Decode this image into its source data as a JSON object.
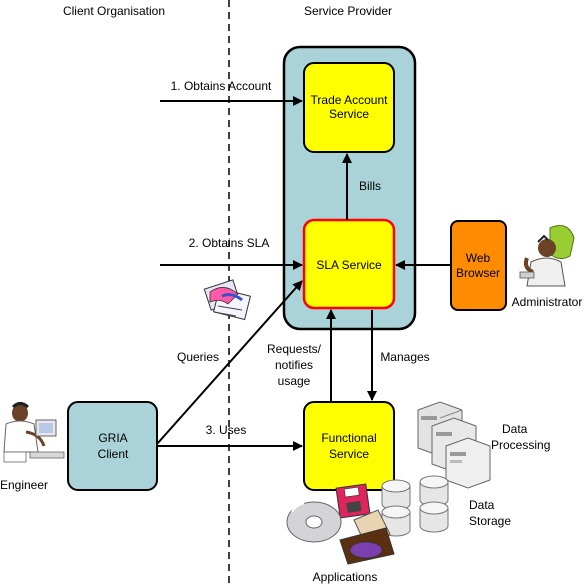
{
  "regions": {
    "client": "Client Organisation",
    "provider": "Service Provider"
  },
  "nodes": {
    "trade_account": [
      "Trade Account",
      "Service"
    ],
    "sla_service": "SLA Service",
    "web_browser": [
      "Web",
      "Browser"
    ],
    "gria_client": [
      "GRIA",
      "Client"
    ],
    "functional_service": [
      "Functional",
      "Service"
    ]
  },
  "edges": {
    "obtains_account": "1. Obtains Account",
    "obtains_sla": "2. Obtains SLA",
    "uses": "3. Uses",
    "bills": "Bills",
    "queries": "Queries",
    "requests": [
      "Requests/",
      "notifies",
      "usage"
    ],
    "manages": "Manages"
  },
  "actors": {
    "engineer": "Engineer",
    "administrator": "Administrator",
    "applications": "Applications",
    "data_processing": [
      "Data",
      "Processing"
    ],
    "data_storage": [
      "Data",
      "Storage"
    ]
  },
  "colors": {
    "provider_panel": "#a9d3d8",
    "service_box": "#ffff00",
    "sla_border": "#ff0000",
    "browser_box": "#ff8c00",
    "client_box": "#a9d3d8"
  },
  "icons": [
    "engineer-icon",
    "administrator-icon",
    "handshake-document-icon",
    "server-icon",
    "database-disk-icon",
    "applications-software-icon"
  ]
}
